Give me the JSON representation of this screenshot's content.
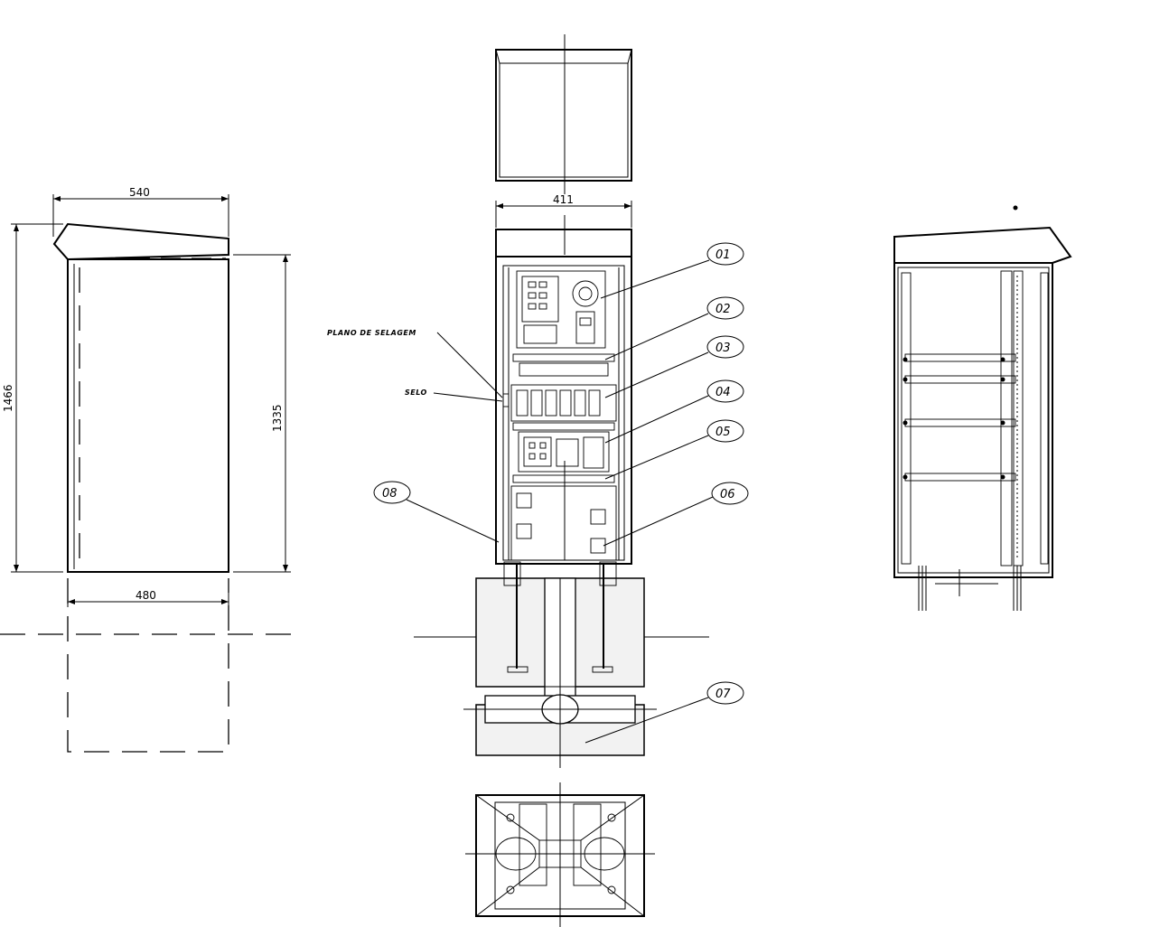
{
  "dimensions": {
    "side_width": "540",
    "side_height": "1466",
    "side_body_height": "1335",
    "side_base": "480",
    "front_width": "411"
  },
  "notes": {
    "sealing_plane": "PLANO DE SELAGEM",
    "seal": "SELO"
  },
  "balloons": [
    "01",
    "02",
    "03",
    "04",
    "05",
    "06",
    "07",
    "08"
  ]
}
